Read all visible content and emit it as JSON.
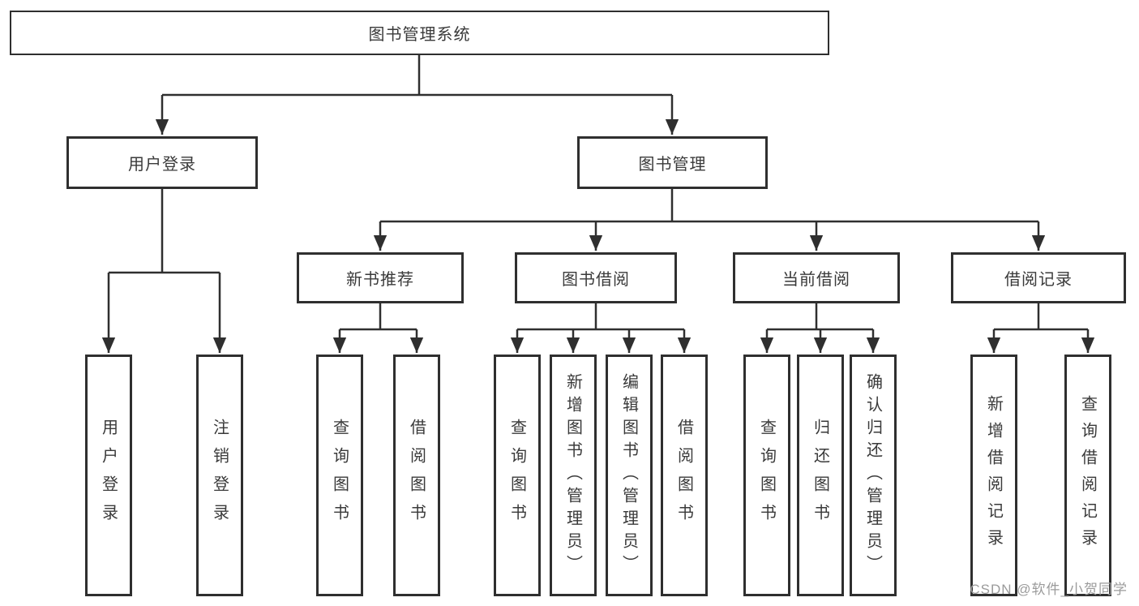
{
  "diagram": {
    "title": "图书管理系统",
    "root": {
      "label": "图书管理系统"
    },
    "level2": [
      {
        "label": "用户登录"
      },
      {
        "label": "图书管理"
      }
    ],
    "level3": [
      {
        "label": "新书推荐"
      },
      {
        "label": "图书借阅"
      },
      {
        "label": "当前借阅"
      },
      {
        "label": "借阅记录"
      }
    ],
    "leaves": {
      "user_login": [
        {
          "label": "用户登录"
        },
        {
          "label": "注销登录"
        }
      ],
      "new_book": [
        {
          "label": "查询图书"
        },
        {
          "label": "借阅图书"
        }
      ],
      "book_borrow": [
        {
          "label": "查询图书"
        },
        {
          "label": "新增图书（管理员）"
        },
        {
          "label": "编辑图书（管理员）"
        },
        {
          "label": "借阅图书"
        }
      ],
      "current_borrow": [
        {
          "label": "查询图书"
        },
        {
          "label": "归还图书"
        },
        {
          "label": "确认归还（管理员）"
        }
      ],
      "borrow_record": [
        {
          "label": "新增借阅记录"
        },
        {
          "label": "查询借阅记录"
        }
      ]
    }
  },
  "watermark": {
    "text": "CSDN @软件_小贺同学"
  },
  "colors": {
    "line": "#2f2f2f",
    "text": "#3a3a3a",
    "watermark": "#9b9b9b",
    "background": "#ffffff"
  }
}
